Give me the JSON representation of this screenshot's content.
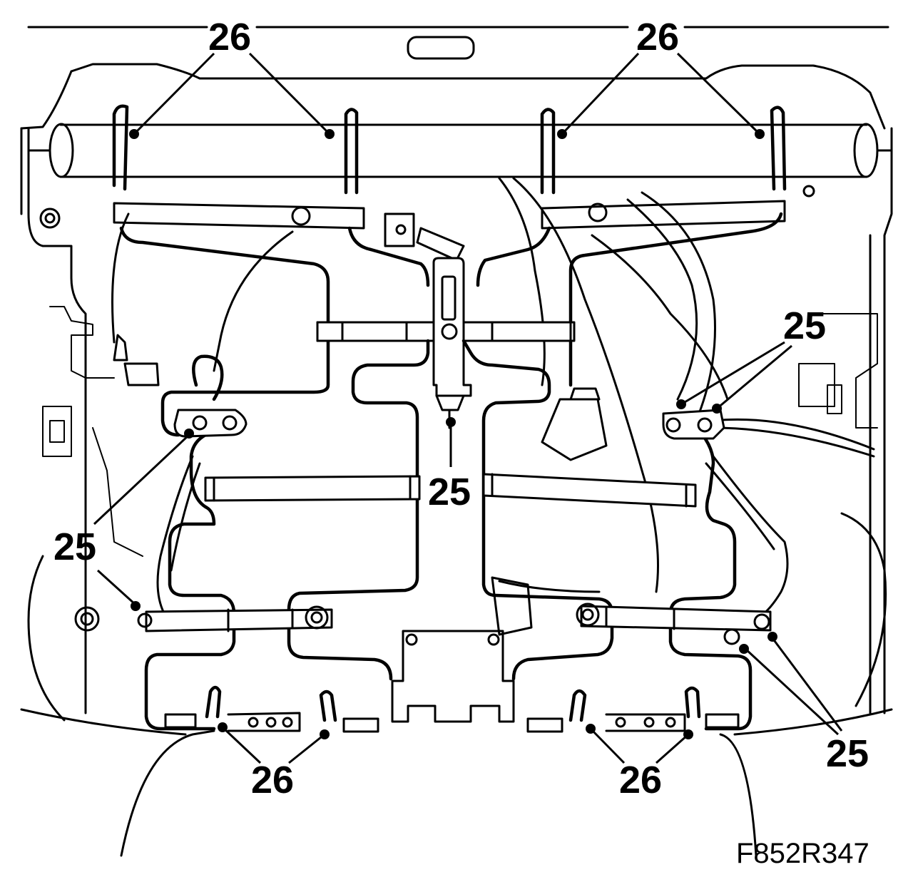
{
  "callouts": {
    "top_left": "26",
    "top_right": "26",
    "right_upper": "25",
    "center": "25",
    "left_middle": "25",
    "right_lower": "25",
    "bottom_left": "26",
    "bottom_right": "26"
  },
  "figure_reference": "F852R347"
}
